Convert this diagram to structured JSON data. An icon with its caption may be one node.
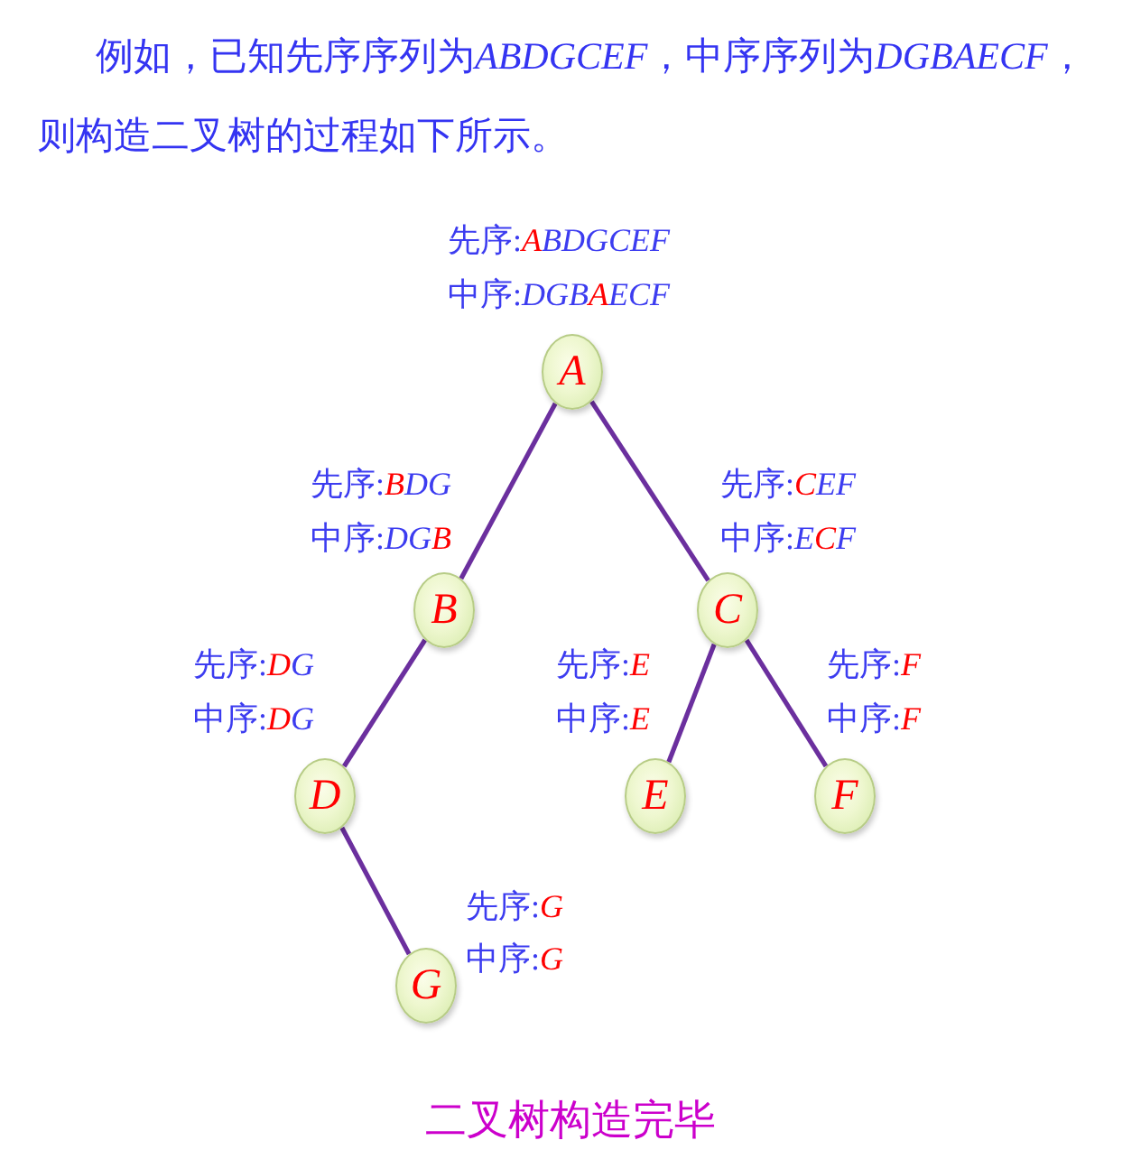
{
  "diagram": {
    "caption": "二叉树构造完毕",
    "nodes": [
      {
        "text": [
          "A"
        ],
        "beside": [
          "先序:*ABDGCEF*",
          "中序:*DGBAECF*"
        ]
      },
      {
        "text": [
          "B"
        ],
        "beside": [
          "先序:*BDG*",
          "中序:*DGB*"
        ]
      },
      {
        "text": [
          "C"
        ],
        "beside": [
          "先序:*CEF*",
          "中序:*ECF*"
        ]
      },
      {
        "text": [
          "D"
        ],
        "beside": [
          "先序:*DG*",
          "中序:*DG*"
        ]
      },
      {
        "text": [
          "E"
        ],
        "beside": [
          "先序:*E*",
          "中序:*E*"
        ]
      },
      {
        "text": [
          "F"
        ],
        "beside": [
          "先序:*F*",
          "中序:*F*"
        ]
      },
      {
        "text": [
          "G"
        ],
        "beside": [
          "先序:*G*",
          "中序:*G*"
        ]
      }
    ],
    "edges": [
      {
        "from": 0,
        "to": 1,
        "arrow": "none"
      },
      {
        "from": 0,
        "to": 2,
        "arrow": "none"
      },
      {
        "from": 1,
        "to": 3,
        "arrow": "none"
      },
      {
        "from": 2,
        "to": 4,
        "arrow": "none"
      },
      {
        "from": 2,
        "to": 5,
        "arrow": "none"
      },
      {
        "from": 3,
        "to": 6,
        "arrow": "none"
      }
    ],
    "labels": [
      "例如，已知先序序列为ABDGCEF，中序序列为DGBAECF，则构造二叉树的过程如下所示。"
    ]
  }
}
